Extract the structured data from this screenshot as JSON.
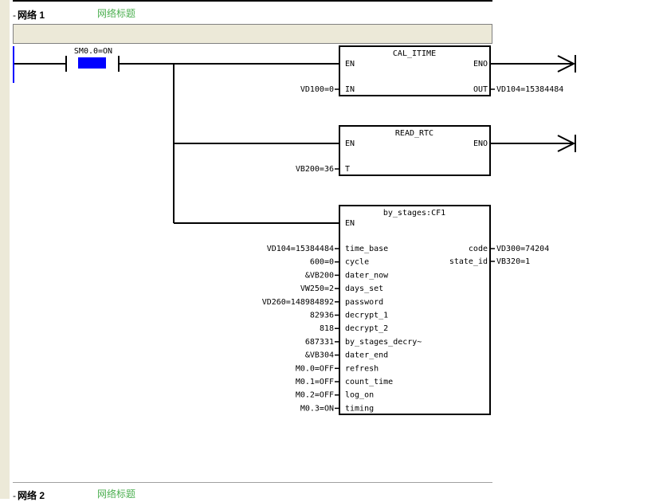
{
  "network1": {
    "collapse": "-",
    "label": "网络 1",
    "comment": "网络标题"
  },
  "network2": {
    "collapse": "-",
    "label": "网络 2",
    "comment": "网络标题"
  },
  "contact": {
    "label": "SM0.0=ON"
  },
  "cal_itime": {
    "title": "CAL_ITIME",
    "en": "EN",
    "eno": "ENO",
    "in_pin": "IN",
    "out_pin": "OUT",
    "in_value": "VD100=0",
    "out_value": "VD104=15384484"
  },
  "read_rtc": {
    "title": "READ_RTC",
    "en": "EN",
    "eno": "ENO",
    "t_pin": "T",
    "t_value": "VB200=36"
  },
  "by_stages": {
    "title": "by_stages:CF1",
    "en": "EN",
    "inputs": [
      {
        "value": "VD104=15384484",
        "pin": "time_base"
      },
      {
        "value": "600=0",
        "pin": "cycle"
      },
      {
        "value": "&VB200",
        "pin": "dater_now"
      },
      {
        "value": "VW250=2",
        "pin": "days_set"
      },
      {
        "value": "VD260=148984892",
        "pin": "password"
      },
      {
        "value": "82936",
        "pin": "decrypt_1"
      },
      {
        "value": "818",
        "pin": "decrypt_2"
      },
      {
        "value": "687331",
        "pin": "by_stages_decry~"
      },
      {
        "value": "&VB304",
        "pin": "dater_end"
      },
      {
        "value": "M0.0=OFF",
        "pin": "refresh"
      },
      {
        "value": "M0.1=OFF",
        "pin": "count_time"
      },
      {
        "value": "M0.2=OFF",
        "pin": "log_on"
      },
      {
        "value": "M0.3=ON",
        "pin": "timing"
      }
    ],
    "outputs": [
      {
        "pin": "code",
        "value": "VD300=74204"
      },
      {
        "pin": "state_id",
        "value": "VB320=1"
      }
    ]
  }
}
